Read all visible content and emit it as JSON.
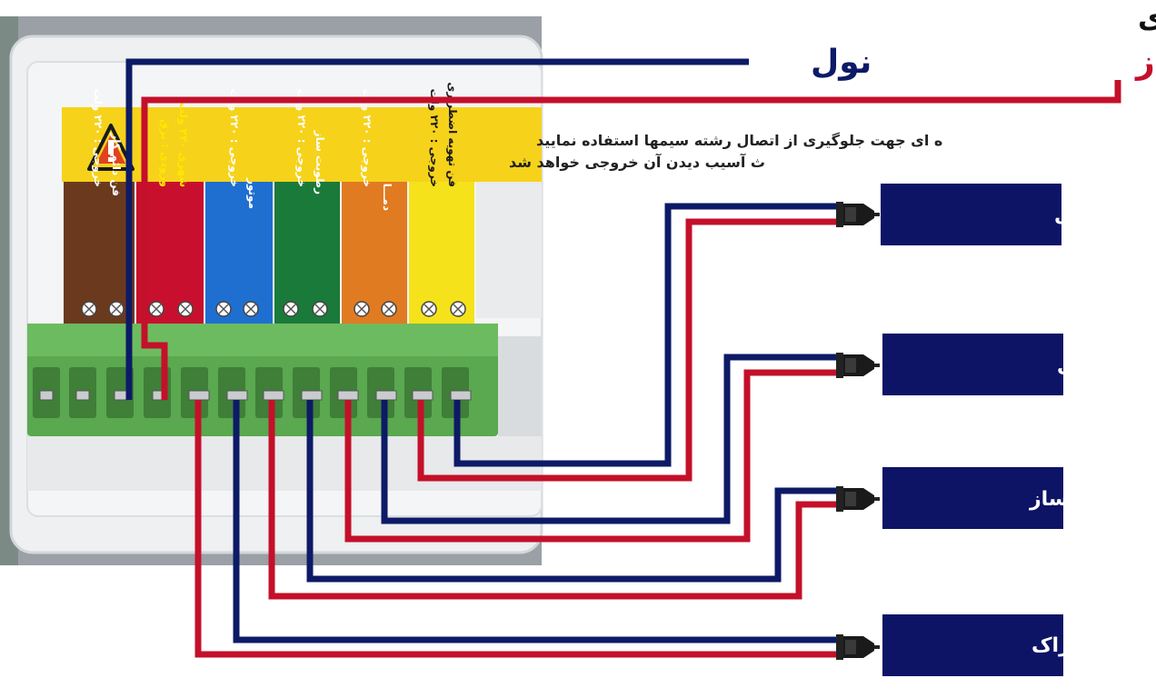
{
  "header": {
    "title": "ورودی برق ۲۲۰ ولت شهری",
    "neutral_label": "نول",
    "phase_label": "فاز"
  },
  "warning": {
    "line1": "ه ای جهت جلوگیری از اتصال رشته سیمها استفاده نمایید",
    "line2": "ث آسیب دیدن آن خروجی خواهد شد"
  },
  "strips": [
    {
      "line1": "خروجی : ۲۲۰ ولت",
      "line2": "فن دائم کار",
      "color": "#6b3a1e",
      "text_color": "#ffffff"
    },
    {
      "line1": "ورودی : برق",
      "line2": "شهری ۲۲۰ ولت",
      "color": "#c8102e",
      "text_color": "#ffe600"
    },
    {
      "line1": "خروجی : ۲۲۰ ولت",
      "line2": "موتور",
      "color": "#1f6fd1",
      "text_color": "#ffffff"
    },
    {
      "line1": "خروجی : ۲۲۰ ولت",
      "line2": "رطوبت ساز",
      "color": "#1a7a3a",
      "text_color": "#ffffff"
    },
    {
      "line1": "خروجی : ۲۲۰ ولت",
      "line2": "دمـــا",
      "color": "#e07b22",
      "text_color": "#ffffff"
    },
    {
      "line1": "خروجی : ۲۲۰ ولت",
      "line2": "فن تهویه اضطراری",
      "color": "#f5e21a",
      "text_color": "#1a1a1a"
    }
  ],
  "outputs": [
    {
      "label": "فن تهویه  اضطراری"
    },
    {
      "label": "سیستم گرمایشی"
    },
    {
      "label": "رطوبت ساز"
    },
    {
      "label": "موتور راک"
    }
  ],
  "colors": {
    "neutral_wire": "#0d1a66",
    "phase_wire": "#c4102a",
    "label_box": "#0d1466",
    "terminal_green": "#5aa84f"
  },
  "icons": {
    "warning": "warning-triangle-icon",
    "plug": "plug-icon"
  }
}
